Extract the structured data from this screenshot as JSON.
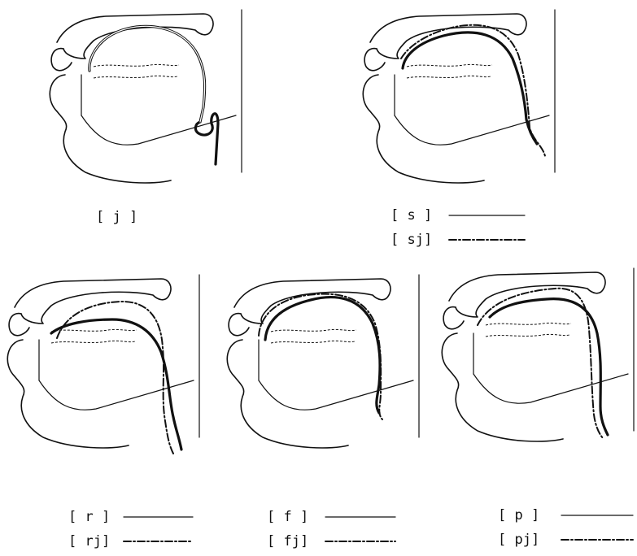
{
  "figures": [
    {
      "id": "j",
      "label": "[ j ]",
      "legend": []
    },
    {
      "id": "s",
      "label": "",
      "legend": [
        {
          "text": "[ s ]",
          "style": "solid"
        },
        {
          "text": "[ sj]",
          "style": "dashdot"
        }
      ]
    },
    {
      "id": "r",
      "label": "",
      "legend": [
        {
          "text": "[ r ]",
          "style": "solid"
        },
        {
          "text": "[ rj]",
          "style": "dashdot"
        }
      ]
    },
    {
      "id": "f",
      "label": "",
      "legend": [
        {
          "text": "[ f ]",
          "style": "solid"
        },
        {
          "text": "[ fj]",
          "style": "dashdot"
        }
      ]
    },
    {
      "id": "p",
      "label": "",
      "legend": [
        {
          "text": "[ p ]",
          "style": "solid"
        },
        {
          "text": "[ pj]",
          "style": "dashdot"
        }
      ]
    }
  ]
}
